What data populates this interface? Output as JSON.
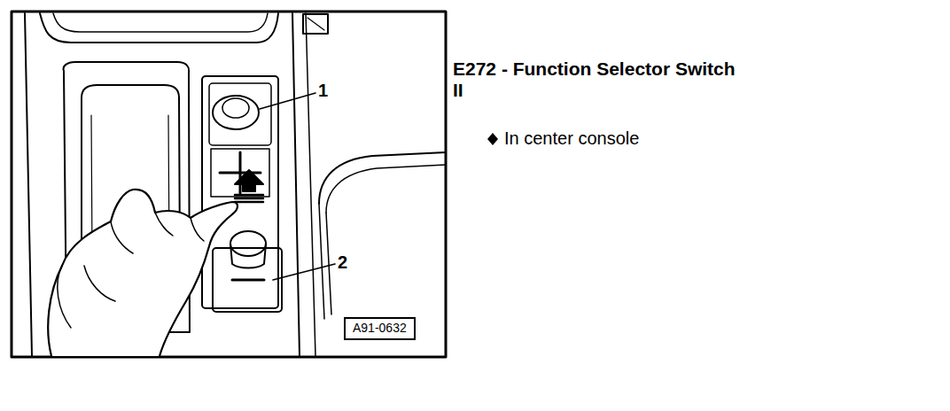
{
  "diagram": {
    "title": "E272 - Function Selector Switch II",
    "nodes": [
      {
        "text": [
          "A91-0632"
        ]
      }
    ],
    "labels": [
      "1",
      "2",
      "In center console"
    ]
  }
}
